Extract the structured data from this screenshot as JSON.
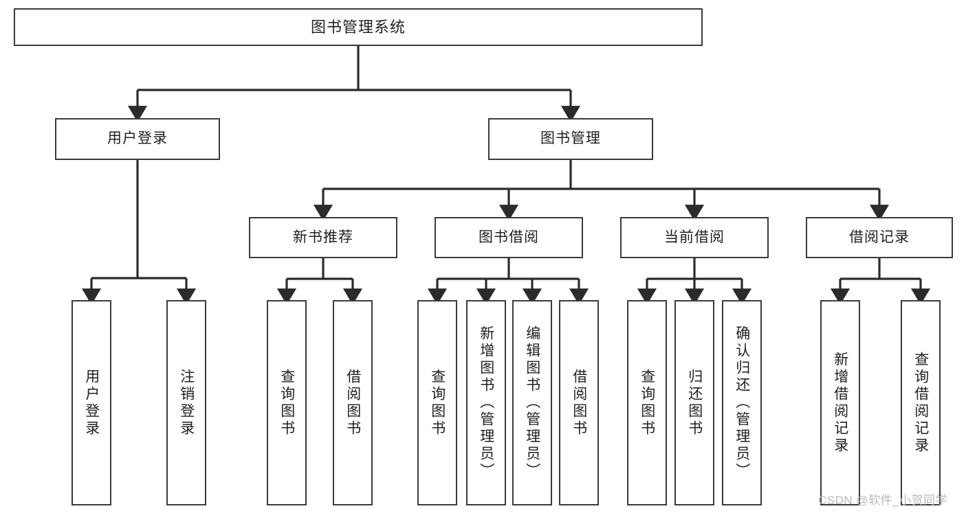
{
  "diagram": {
    "title": "图书管理系统",
    "type": "tree",
    "root": {
      "label": "图书管理系统"
    },
    "level2": [
      {
        "label": "用户登录"
      },
      {
        "label": "图书管理"
      }
    ],
    "level3": [
      {
        "label": "新书推荐",
        "parent": "图书管理"
      },
      {
        "label": "图书借阅",
        "parent": "图书管理"
      },
      {
        "label": "当前借阅",
        "parent": "图书管理"
      },
      {
        "label": "借阅记录",
        "parent": "图书管理"
      }
    ],
    "leaves": {
      "user_login": [
        {
          "label": "用户登录"
        },
        {
          "label": "注销登录"
        }
      ],
      "new_book_recommend": [
        {
          "label": "查询图书"
        },
        {
          "label": "借阅图书"
        }
      ],
      "book_borrow": [
        {
          "label": "查询图书"
        },
        {
          "label": "新增图书（管理员）"
        },
        {
          "label": "编辑图书（管理员）"
        },
        {
          "label": "借阅图书"
        }
      ],
      "current_borrow": [
        {
          "label": "查询图书"
        },
        {
          "label": "归还图书"
        },
        {
          "label": "确认归还（管理员）"
        }
      ],
      "borrow_record": [
        {
          "label": "新增借阅记录"
        },
        {
          "label": "查询借阅记录"
        }
      ]
    }
  },
  "watermark": {
    "text": "CSDN @软件_小贺同学"
  },
  "colors": {
    "box_border": "#3a3a3a",
    "line": "#2b2b2b",
    "text": "#1f1f1f",
    "background": "#ffffff",
    "watermark": "#b9b9b9"
  }
}
